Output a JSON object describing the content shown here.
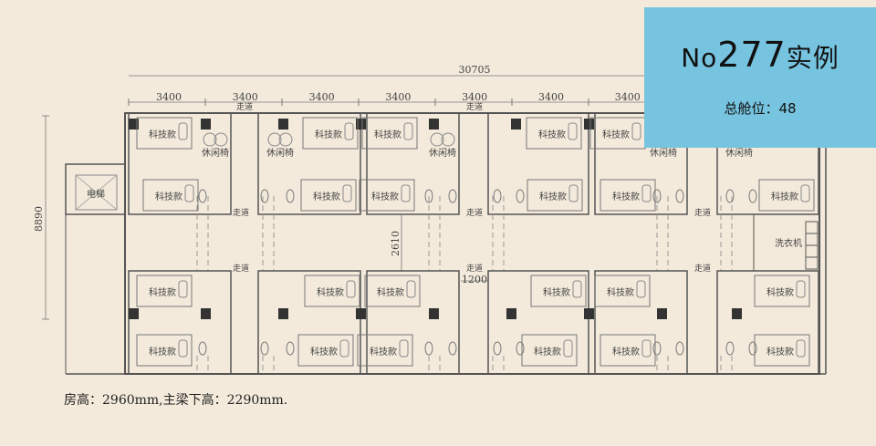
{
  "plan": {
    "total_width": "30705",
    "module_widths": [
      "3400",
      "3400",
      "3400",
      "3400",
      "3400",
      "3400",
      "3400"
    ],
    "depth": "8890",
    "corridor_width": "2610",
    "door_gap": "1200",
    "corridor_label": "走道",
    "pod_label": "科技款",
    "lounge_label": "休闲椅",
    "elevator_label": "电梯",
    "laundry_label": "洗衣机"
  },
  "badge": {
    "prefix": "No",
    "number": "277",
    "suffix": "实例",
    "capacity": "总舱位：48"
  },
  "caption": "房高：2960mm,主梁下高：2290mm.",
  "colors": {
    "background": "#f3eadb",
    "badge": "#77c4e0",
    "line": "#555555"
  }
}
